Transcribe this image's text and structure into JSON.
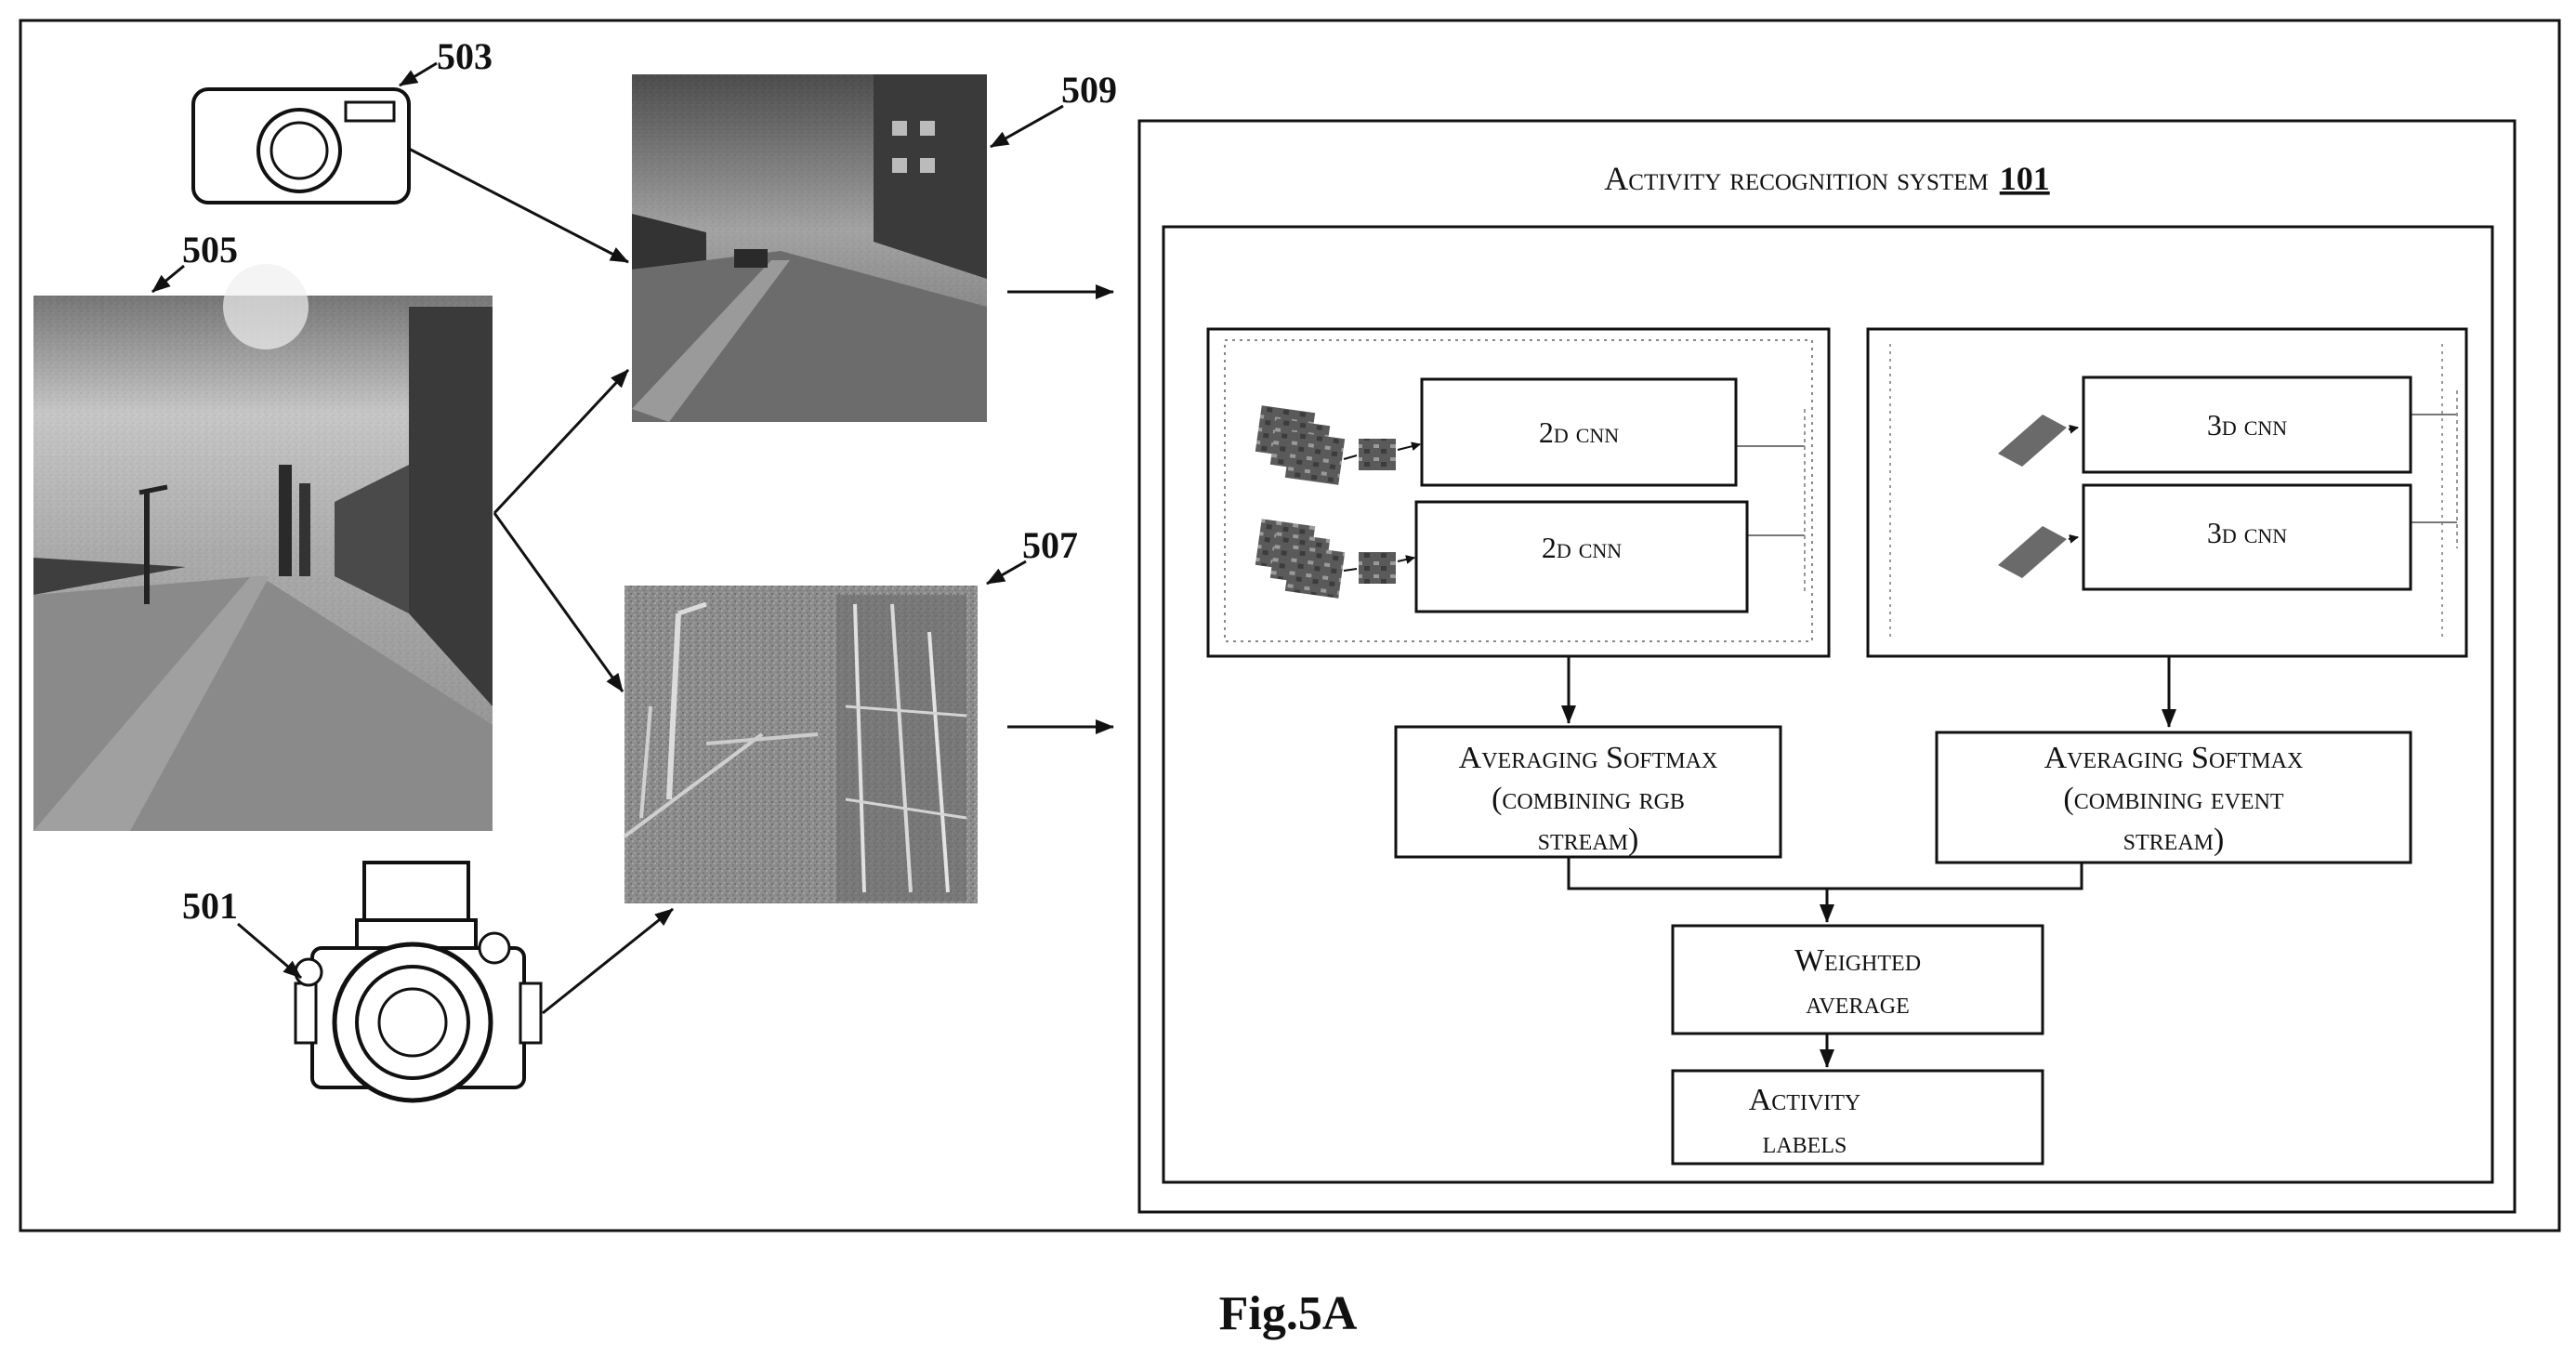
{
  "refs": {
    "r503": "503",
    "r505": "505",
    "r509": "509",
    "r507": "507",
    "r501": "501"
  },
  "system": {
    "title_prefix": "Activity recognition system",
    "title_number": "101"
  },
  "rgb_branch": {
    "cnn_top": "2d cnn",
    "cnn_bottom": "2d cnn",
    "softmax_line1": "Averaging Softmax",
    "softmax_line2": "(combining rgb",
    "softmax_line3": "stream)"
  },
  "event_branch": {
    "cnn_top": "3d cnn",
    "cnn_bottom": "3d cnn",
    "softmax_line1": "Averaging Softmax",
    "softmax_line2": "(combining event",
    "softmax_line3": "stream)"
  },
  "weighted": {
    "line1": "Weighted",
    "line2": "average"
  },
  "activity": {
    "line1": "Activity",
    "line2": "labels"
  },
  "caption": "Fig.5A"
}
